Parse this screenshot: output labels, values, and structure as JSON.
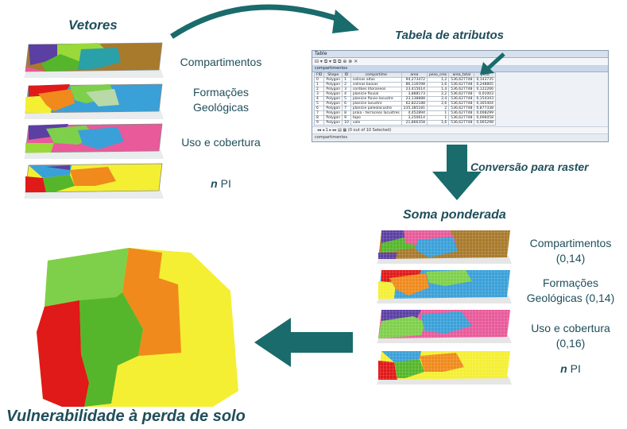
{
  "vectors": {
    "title": "Vetores",
    "labels": {
      "compartimentos": "Compartimentos",
      "formacoes": "Formações\nGeológicas",
      "uso": "Uso e cobertura",
      "npi_n": "n",
      "npi_pi": "PI"
    }
  },
  "table": {
    "title": "Tabela de atributos",
    "window_title": "Table",
    "tab_label": "compartimentos",
    "toolbar": "⊟ ▾  ⧉ ▾  ⧉ ⧉  ⊕  ⊗  ✕",
    "headers": [
      "FID",
      "Shape",
      "ID",
      "compartime",
      "area",
      "peso_cres",
      "area_total",
      "peso"
    ],
    "rows": [
      [
        "0",
        "Polygon",
        "1",
        "colinas altas",
        "94,273472",
        "1,2",
        "536,627748",
        "0,143735"
      ],
      [
        "1",
        "Polygon",
        "2",
        "colinas baixas",
        "86,116598",
        "1,6",
        "536,627748",
        "0,248805"
      ],
      [
        "2",
        "Polygon",
        "3",
        "cordões litoraneos",
        "23,415614",
        "1,4",
        "536,627748",
        "0,122266"
      ],
      [
        "3",
        "Polygon",
        "4",
        "planície fluvial",
        "3,888173",
        "2,2",
        "536,627748",
        "0,01003"
      ],
      [
        "4",
        "Polygon",
        "5",
        "planície flúvio-lacustre",
        "23,138888",
        "2,4",
        "536,627748",
        "0,154343"
      ],
      [
        "5",
        "Polygon",
        "6",
        "planície lacustre",
        "62,822188",
        "2,6",
        "536,627748",
        "0,305404"
      ],
      [
        "6",
        "Polygon",
        "7",
        "planície paleolacustre",
        "235,385181",
        "2",
        "536,627748",
        "0,877338"
      ],
      [
        "7",
        "Polygon",
        "8",
        "praia - terraceos lacustres",
        "4,452894",
        "1",
        "536,627748",
        "0,008299"
      ],
      [
        "8",
        "Polygon",
        "9",
        "topo",
        "3,250614",
        "1",
        "536,627748",
        "0,006058"
      ],
      [
        "9",
        "Polygon",
        "10",
        "vale",
        "21,866358",
        "1,6",
        "536,627748",
        "0,065298"
      ]
    ],
    "footer": "◂◂  ◂   1   ▸ ▸▸   ▤ ▦   (0 out of 10 Selected)",
    "status": "compartimentos"
  },
  "raster_step": {
    "label": "Conversão para raster"
  },
  "weighted": {
    "title": "Soma ponderada",
    "labels": {
      "compartimentos": "Compartimentos\n(0,14)",
      "formacoes": "Formações\nGeológicas (0,14)",
      "uso": "Uso e cobertura\n(0,16)",
      "npi_n": "n",
      "npi_pi": "PI"
    }
  },
  "result": {
    "title": "Vulnerabilidade à perda de solo"
  },
  "colors": {
    "teal": "#1a6b6b",
    "text": "#1f4e5a",
    "purple": "#5b3fa3",
    "lime": "#9ad93a",
    "blue": "#3aa0d8",
    "brown": "#a87a2c",
    "pink": "#e85a9a",
    "orange": "#f08a1c",
    "yellow": "#f4ef33",
    "red": "#e01919",
    "green": "#55b62c",
    "light_green": "#7ed04a"
  }
}
